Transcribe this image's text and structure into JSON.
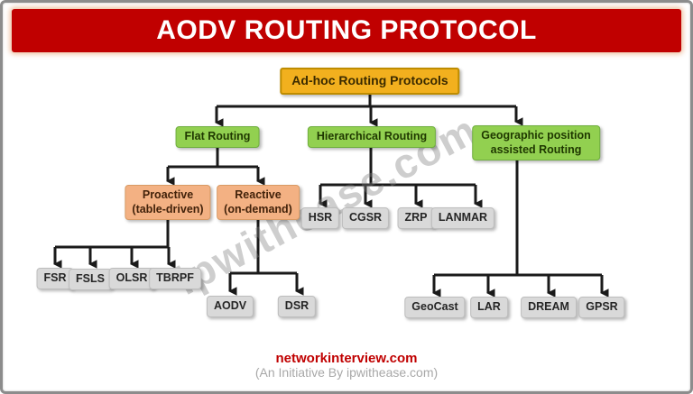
{
  "banner": {
    "title": "AODV ROUTING PROTOCOL"
  },
  "watermark": "ipwithease.com",
  "footer": {
    "site": "networkinterview.com",
    "note": "(An Initiative By ipwithease.com)"
  },
  "colors": {
    "banner_red": "#C00000",
    "root_gold": "#F2B01E",
    "branch_green": "#92D050",
    "sub_peach": "#F3B183",
    "leaf_gray": "#D9D9D9",
    "line_black": "#1a1a1a",
    "frame_gray": "#8c8c8c",
    "footer_red": "#C00000",
    "footer_gray": "#a8a8a8"
  },
  "tree": {
    "root": "Ad-hoc Routing Protocols",
    "branches": [
      {
        "label": "Flat Routing",
        "children": [
          {
            "label": "Proactive\n(table-driven)",
            "leaves": [
              "FSR",
              "FSLS",
              "OLSR",
              "TBRPF"
            ]
          },
          {
            "label": "Reactive\n(on-demand)",
            "leaves": [
              "AODV",
              "DSR"
            ]
          }
        ]
      },
      {
        "label": "Hierarchical Routing",
        "leaves": [
          "HSR",
          "CGSR",
          "ZRP",
          "LANMAR"
        ]
      },
      {
        "label": "Geographic position\nassisted Routing",
        "leaves": [
          "GeoCast",
          "LAR",
          "DREAM",
          "GPSR"
        ]
      }
    ]
  }
}
